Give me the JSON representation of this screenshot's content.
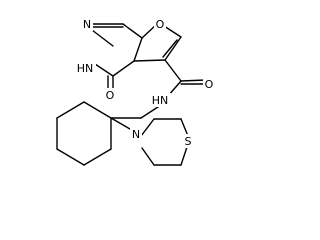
{
  "molecule": {
    "atoms": {
      "n_top": "N",
      "o_ring": "O",
      "nh_ring": "HN",
      "o_carbonyl_left": "O",
      "o_carbonyl_right": "O",
      "nh_amide": "HN",
      "n_morpholine": "N",
      "s_ring": "S"
    }
  }
}
